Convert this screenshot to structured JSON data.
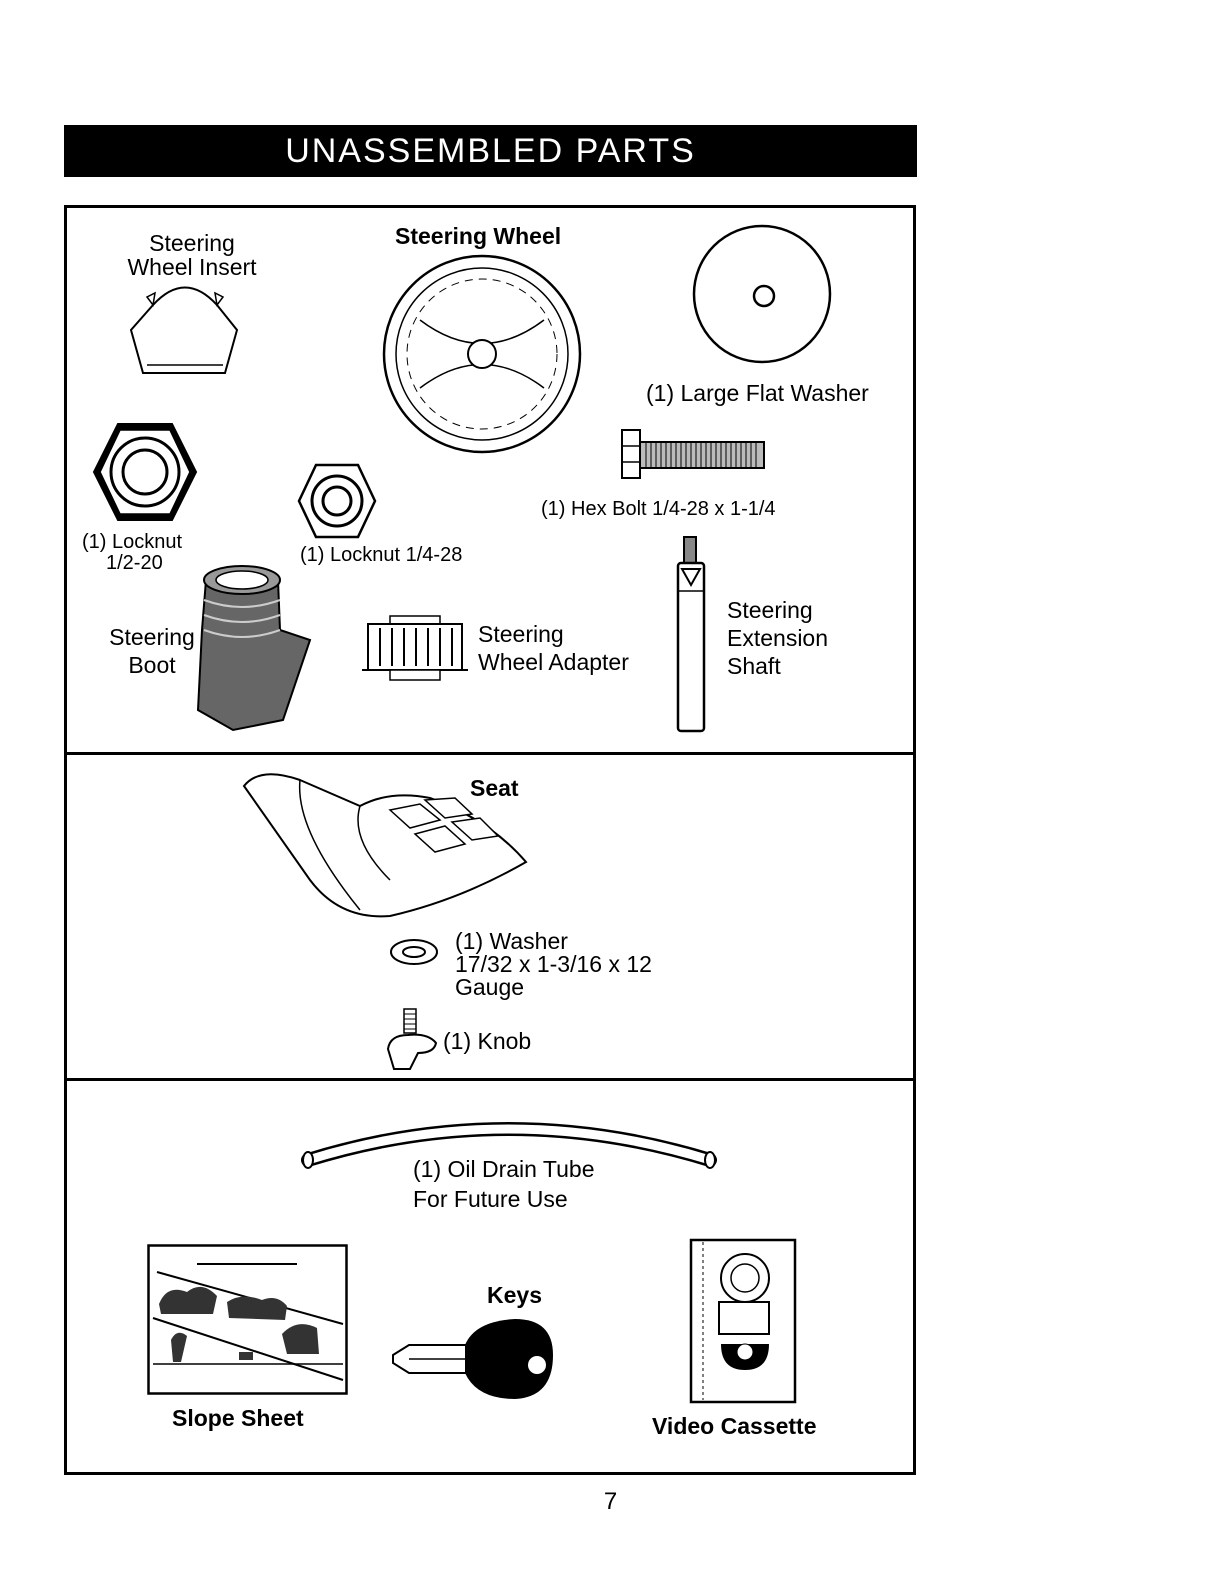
{
  "header": {
    "title": "UNASSEMBLED PARTS"
  },
  "parts": {
    "steering_wheel_insert": {
      "line1": "Steering",
      "line2": "Wheel Insert"
    },
    "steering_wheel": {
      "label": "Steering Wheel"
    },
    "large_flat_washer": {
      "label": "(1) Large Flat Washer"
    },
    "hex_bolt": {
      "label": "(1) Hex Bolt  1/4-28 x 1-1/4"
    },
    "locknut_large": {
      "line1": "(1) Locknut",
      "line2": "1/2-20"
    },
    "locknut_small": {
      "label": "(1) Locknut  1/4-28"
    },
    "steering_boot": {
      "line1": "Steering",
      "line2": "Boot"
    },
    "steering_wheel_adapter": {
      "line1": "Steering",
      "line2": "Wheel Adapter"
    },
    "steering_extension_shaft": {
      "line1": "Steering",
      "line2": "Extension",
      "line3": "Shaft"
    },
    "seat": {
      "label": "Seat"
    },
    "washer": {
      "line1": "(1) Washer",
      "line2": "17/32 x 1-3/16 x 12",
      "line3": "Gauge"
    },
    "knob": {
      "label": "(1) Knob"
    },
    "oil_drain_tube": {
      "line1": "(1) Oil Drain Tube",
      "line2": "For Future Use"
    },
    "slope_sheet": {
      "label": "Slope Sheet"
    },
    "keys": {
      "label": "Keys"
    },
    "video_cassette": {
      "label": "Video Cassette"
    }
  },
  "footer": {
    "page_number": "7"
  }
}
